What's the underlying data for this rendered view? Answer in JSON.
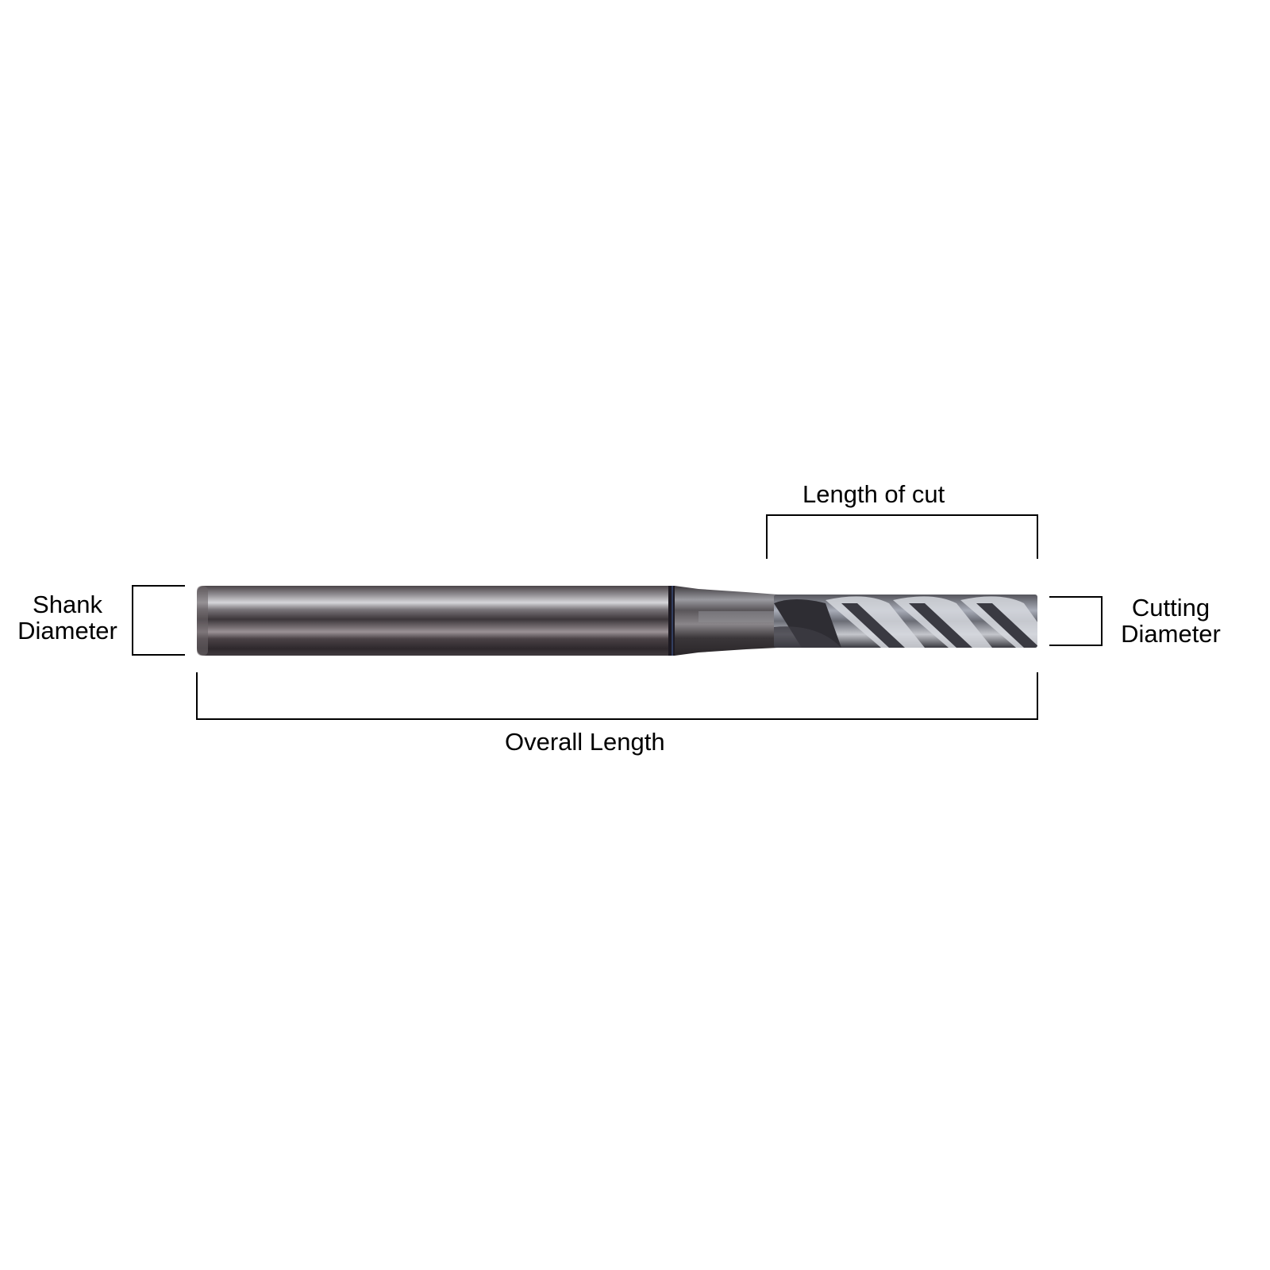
{
  "diagram": {
    "subject": "4-flute end mill",
    "labels": {
      "shank_diameter": [
        "Shank",
        "Diameter"
      ],
      "cutting_diameter": [
        "Cutting",
        "Diameter"
      ],
      "length_of_cut": "Length of cut",
      "overall_length": "Overall Length"
    },
    "colors": {
      "background": "#ffffff",
      "line": "#000000",
      "shank_dark": "#3a3438",
      "shank_mid": "#6b6569",
      "shank_highlight": "#c9c7cc",
      "flute_light": "#b8bcc6",
      "flute_dark": "#4a4a52"
    }
  }
}
